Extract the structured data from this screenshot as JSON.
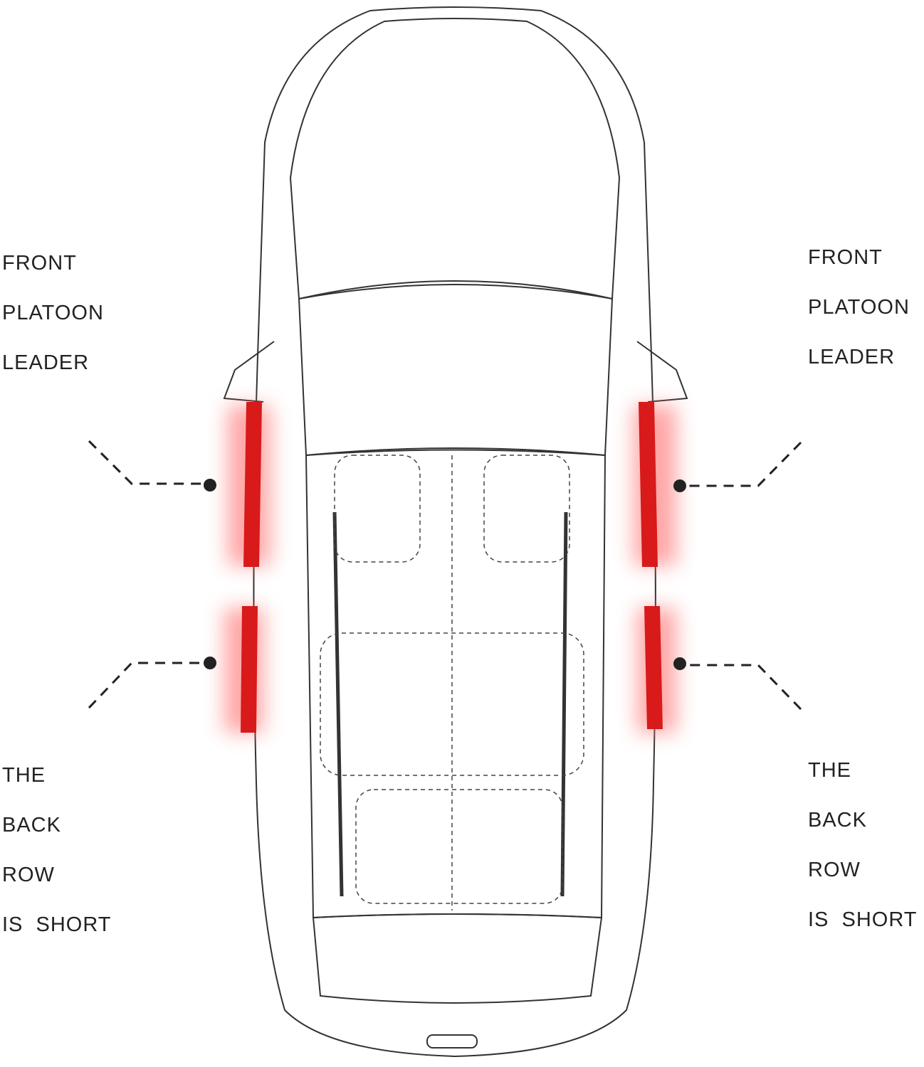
{
  "labels": {
    "front_left": [
      "FRONT",
      "PLATOON",
      "LEADER"
    ],
    "front_right": [
      "FRONT",
      "PLATOON",
      "LEADER"
    ],
    "back_left": [
      "THE",
      "BACK",
      "ROW",
      "IS  SHORT"
    ],
    "back_right": [
      "THE",
      "BACK",
      "ROW",
      "IS  SHORT"
    ]
  },
  "colors": {
    "strip": "#d81a1a",
    "glow": "#ff4a4a",
    "line": "#333333"
  }
}
